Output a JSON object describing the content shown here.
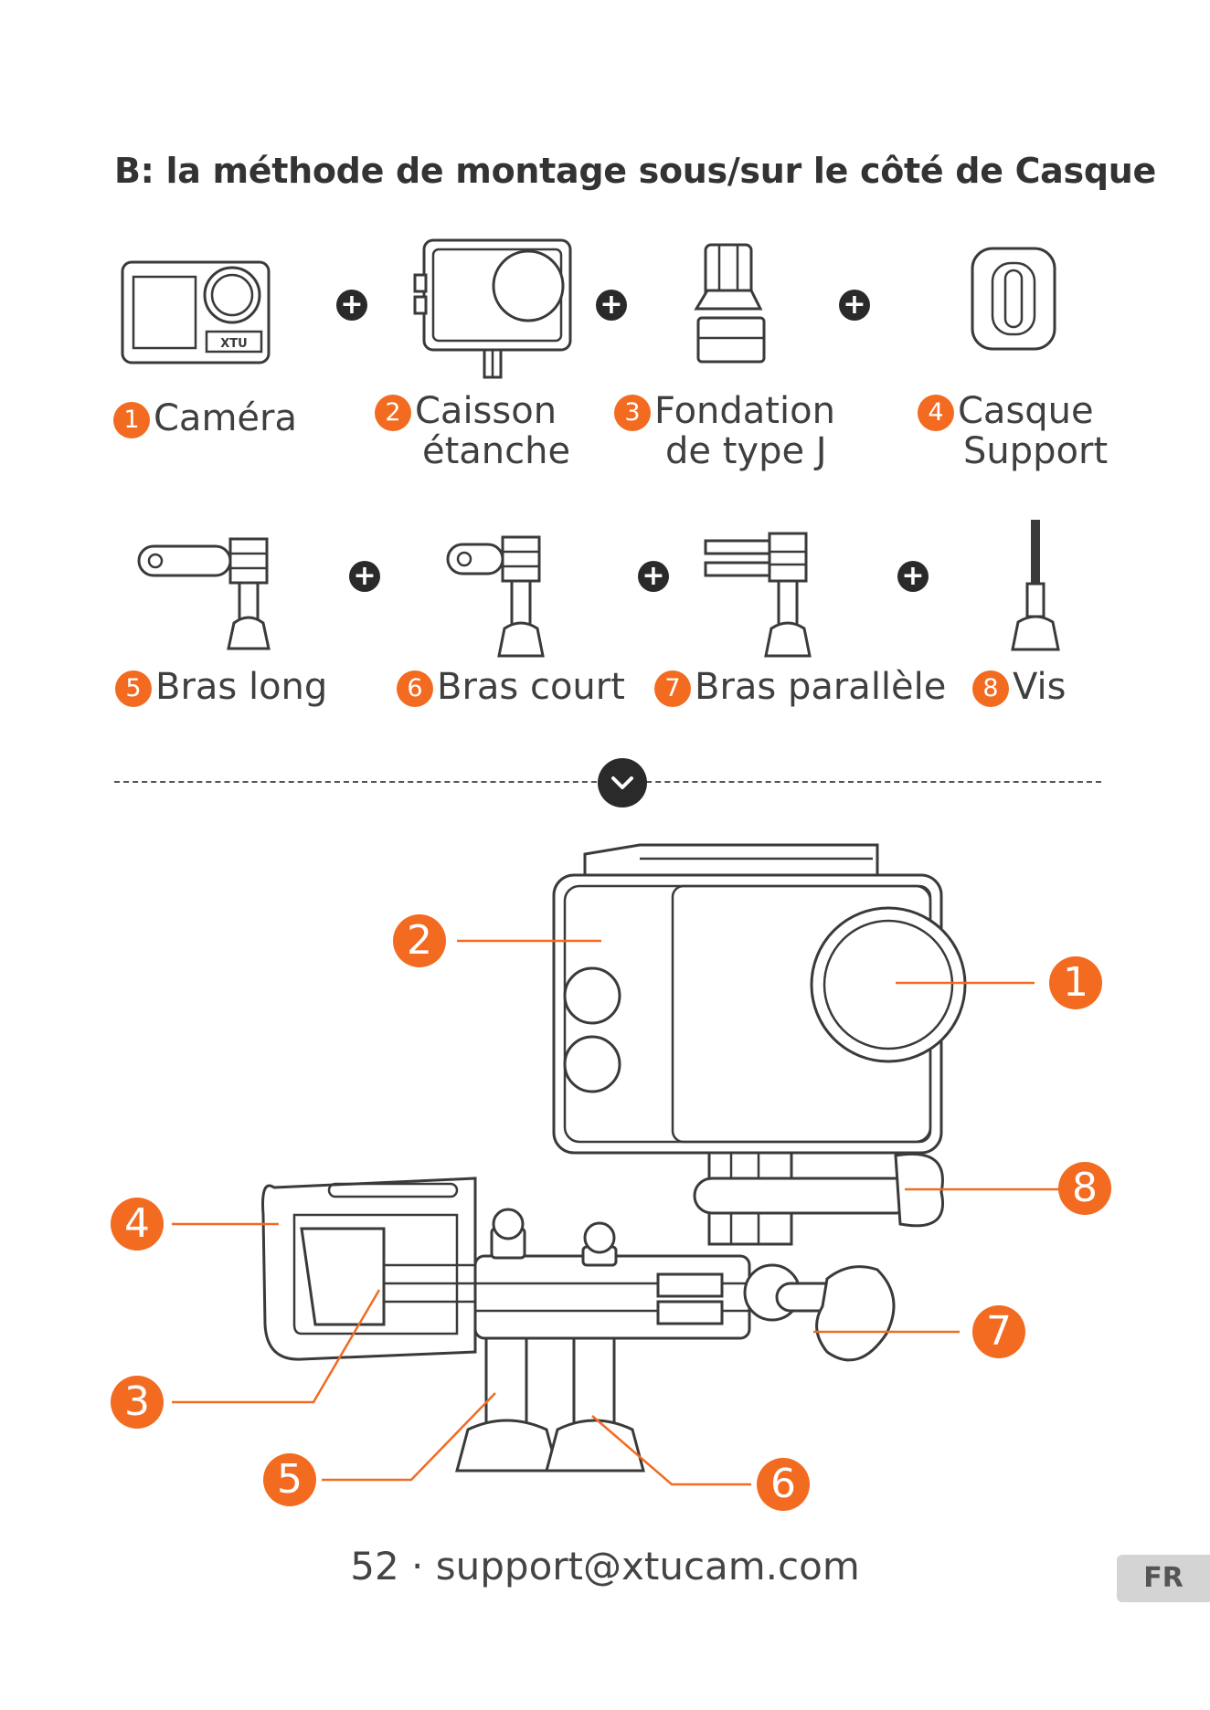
{
  "title": "B: la méthode de montage sous/sur le côté de Casque",
  "plus_symbol": "+",
  "parts_row1": [
    {
      "num": "1",
      "line1": "Caméra",
      "line2": ""
    },
    {
      "num": "2",
      "line1": "Caisson",
      "line2": "étanche"
    },
    {
      "num": "3",
      "line1": "Fondation",
      "line2": "de type J"
    },
    {
      "num": "4",
      "line1": "Casque",
      "line2": "Support"
    }
  ],
  "parts_row2": [
    {
      "num": "5",
      "label": "Bras long"
    },
    {
      "num": "6",
      "label": "Bras court"
    },
    {
      "num": "7",
      "label": "Bras parallèle"
    },
    {
      "num": "8",
      "label": "Vis"
    }
  ],
  "camera_brand": "XTU",
  "divider_icon": "chevron-down-icon",
  "callouts": [
    "1",
    "2",
    "3",
    "4",
    "5",
    "6",
    "7",
    "8"
  ],
  "footer": "52 · support@xtucam.com",
  "lang_tab": "FR",
  "colors": {
    "accent": "#f26b21",
    "dark": "#2a2a2a",
    "tab": "#d4d4d4"
  }
}
